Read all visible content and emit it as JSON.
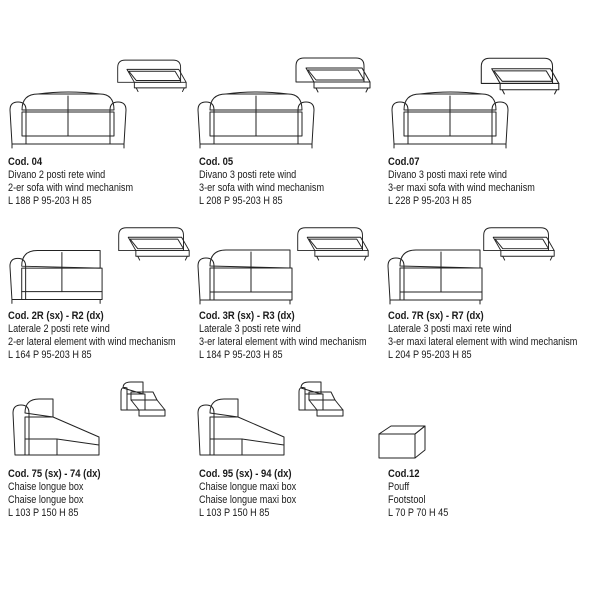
{
  "items": [
    {
      "code": "Cod. 04",
      "it": "Divano 2 posti rete wind",
      "en": "2-er sofa with wind mechanism",
      "dims": "L 188  P 95-203 H 85"
    },
    {
      "code": "Cod. 05",
      "it": "Divano 3 posti rete wind",
      "en": "3-er sofa with wind mechanism",
      "dims": "L 208  P 95-203 H 85"
    },
    {
      "code": "Cod.07",
      "it": "Divano 3 posti maxi rete wind",
      "en": "3-er maxi sofa with wind mechanism",
      "dims": "L 228  P 95-203 H 85"
    },
    {
      "code": "Cod. 2R (sx) - R2 (dx)",
      "it": "Laterale 2 posti rete wind",
      "en": "2-er lateral element with wind mechanism",
      "dims": "L 164 P 95-203 H 85"
    },
    {
      "code": "Cod. 3R (sx) - R3 (dx)",
      "it": "Laterale 3 posti rete wind",
      "en": "3-er lateral element with wind mechanism",
      "dims": "L 184  P 95-203 H 85"
    },
    {
      "code": "Cod. 7R (sx) - R7 (dx)",
      "it": "Laterale 3 posti maxi rete wind",
      "en": "3-er maxi lateral element with wind mechanism",
      "dims": "L 204  P 95-203 H 85"
    },
    {
      "code": "Cod. 75 (sx) - 74 (dx)",
      "it": "Chaise longue box",
      "en": "Chaise longue box",
      "dims": "L 103  P 150  H 85"
    },
    {
      "code": "Cod. 95 (sx) - 94 (dx)",
      "it": "Chaise longue maxi box",
      "en": "Chaise longue maxi box",
      "dims": "L 103  P 150  H 85"
    },
    {
      "code": "Cod.12",
      "it": "Pouff",
      "en": "Footstool",
      "dims": "L 70  P 70  H 45"
    }
  ]
}
